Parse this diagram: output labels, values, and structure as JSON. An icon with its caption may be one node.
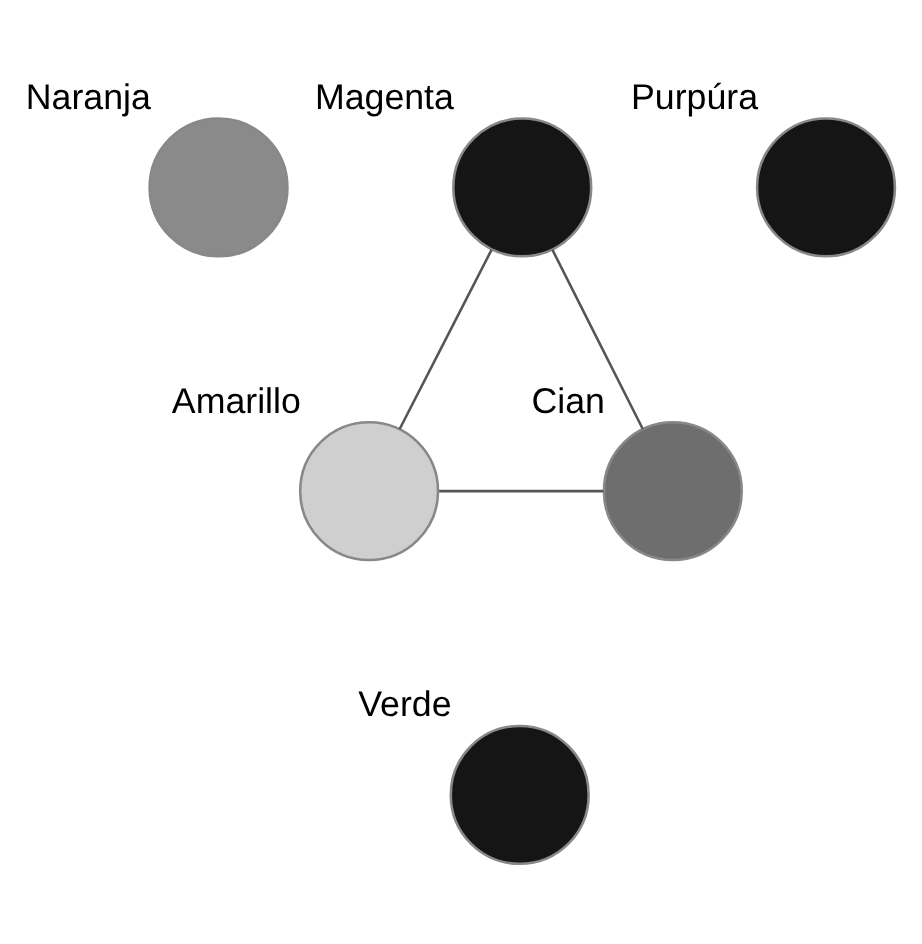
{
  "diagram": {
    "nodes": [
      {
        "text": [
          "Magenta"
        ]
      },
      {
        "text": [
          "Naranja"
        ]
      },
      {
        "text": [
          "Purpúra"
        ]
      },
      {
        "text": [
          "Amarillo"
        ]
      },
      {
        "text": [
          "Cian"
        ]
      },
      {
        "text": [
          "Verde"
        ]
      }
    ],
    "edges": [
      {
        "from": 0,
        "to": 3,
        "arrow": "none"
      },
      {
        "from": 0,
        "to": 4,
        "arrow": "none"
      },
      {
        "from": 3,
        "to": 4,
        "arrow": "none"
      }
    ]
  }
}
